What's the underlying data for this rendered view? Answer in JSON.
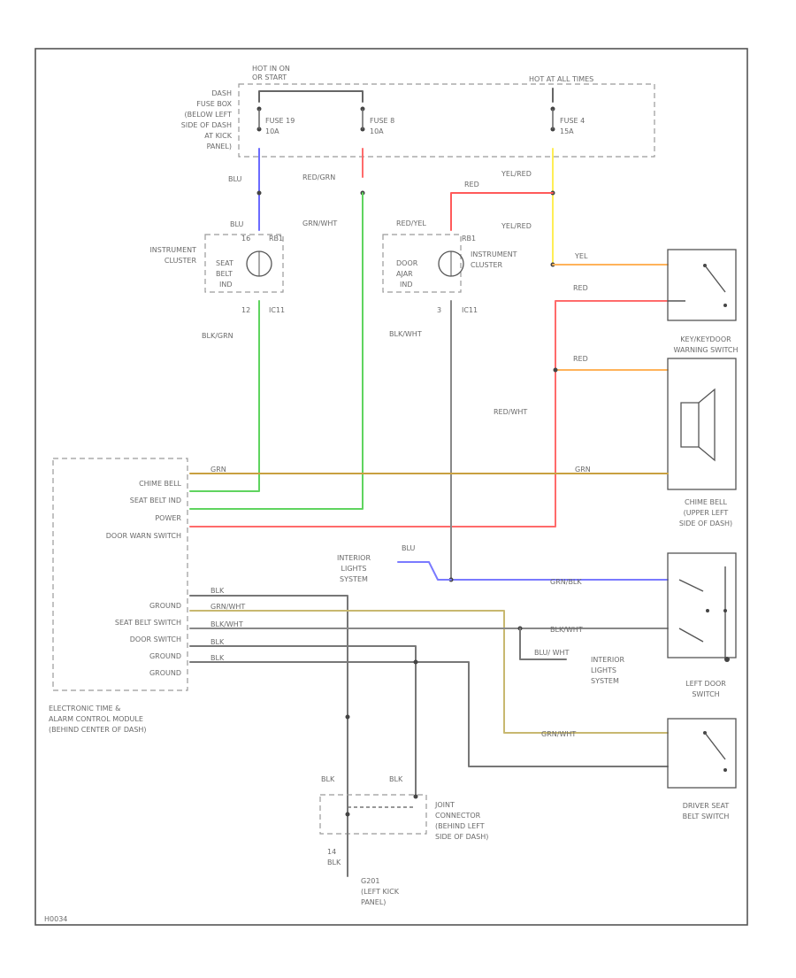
{
  "fusebox": {
    "hot_run": [
      "HOT IN ON",
      "OR START"
    ],
    "hot_all": "HOT AT ALL TIMES",
    "location": [
      "DASH",
      "FUSE BOX",
      "(BELOW LEFT",
      "SIDE OF DASH",
      "AT KICK",
      "PANEL)"
    ],
    "fuse19": [
      "FUSE 19",
      "10A"
    ],
    "fuse8": [
      "FUSE 8",
      "10A"
    ],
    "fuse4": [
      "FUSE 4",
      "15A"
    ]
  },
  "wires": {
    "blu": "BLU",
    "red_grn": "RED/GRN",
    "yel_red": "YEL/RED",
    "red": "RED",
    "grn_wht": "GRN/WHT",
    "red_yel": "RED/YEL",
    "yel": "YEL",
    "red_wht": "RED/WHT",
    "blk_grn": "BLK/GRN",
    "blk_wht": "BLK/WHT",
    "grn": "GRN",
    "blk": "BLK",
    "grn_blk": "GRN/BLK",
    "blu_wht": "BLU/ WHT",
    "blk_wht2": "BLK/WHT"
  },
  "cluster": {
    "label_l": [
      "INSTRUMENT",
      "CLUSTER"
    ],
    "lamp_l": [
      "SEAT",
      "BELT",
      "IND"
    ],
    "label_r": [
      "INSTRUMENT",
      "CLUSTER"
    ],
    "lamp_r": [
      "DOOR",
      "AJAR",
      "IND"
    ],
    "pin_top_l": "RB1",
    "pin_top_r": "RB1",
    "pin16": "16",
    "pin12": "12",
    "pin3": "3",
    "pin_bot_l": "IC11",
    "pin_bot_r": "IC11"
  },
  "module": {
    "pins_top": [
      "CHIME BELL",
      "SEAT BELT IND",
      "POWER",
      "DOOR WARN SWITCH"
    ],
    "pins_bottom": [
      "GROUND",
      "SEAT BELT SWITCH",
      "DOOR SWITCH",
      "GROUND",
      "GROUND"
    ],
    "title": [
      "ELECTRONIC TIME &",
      "ALARM CONTROL MODULE",
      "(BEHIND CENTER OF DASH)"
    ]
  },
  "components": {
    "key_switch": [
      "KEY/KEYDOOR",
      "WARNING SWITCH"
    ],
    "chime": [
      "CHIME BELL",
      "(UPPER LEFT",
      "SIDE OF DASH)"
    ],
    "interior1": [
      "INTERIOR",
      "LIGHTS",
      "SYSTEM"
    ],
    "interior2": [
      "INTERIOR",
      "LIGHTS",
      "SYSTEM"
    ],
    "left_door": [
      "LEFT DOOR",
      "SWITCH"
    ],
    "seat_switch": [
      "DRIVER SEAT",
      "BELT SWITCH"
    ],
    "joint": [
      "JOINT",
      "CONNECTOR",
      "(BEHIND LEFT",
      "SIDE OF DASH)"
    ],
    "g_label": [
      "G201",
      "(LEFT KICK",
      "PANEL)"
    ],
    "pin14": "14"
  },
  "code": "H0034"
}
